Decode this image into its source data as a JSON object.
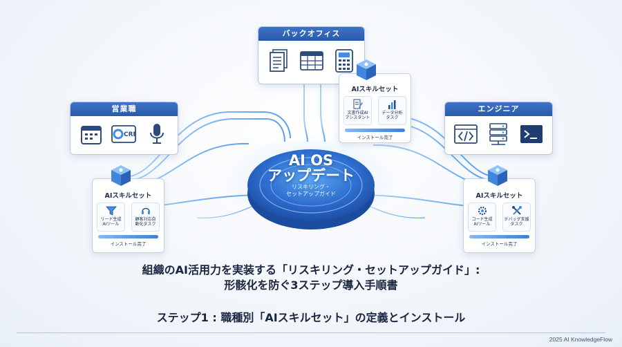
{
  "core": {
    "title_line1": "AI OS",
    "title_line2": "アップデート",
    "subtitle_line1": "リスキリング・",
    "subtitle_line2": "セットアップガイド"
  },
  "roles": {
    "sales": {
      "header": "営業職",
      "icons": [
        "calendar-icon",
        "crm-icon",
        "microphone-icon"
      ],
      "crm_label": "CRM"
    },
    "backoffice": {
      "header": "バックオフィス",
      "icons": [
        "document-icon",
        "spreadsheet-icon",
        "calculator-icon"
      ]
    },
    "engineer": {
      "header": "エンジニア",
      "icons": [
        "code-window-icon",
        "server-icon",
        "terminal-icon"
      ]
    }
  },
  "skillsets": {
    "sales": {
      "title": "AIスキルセット",
      "tools": [
        {
          "label": "リード生成\nAIツール",
          "icon": "funnel-icon"
        },
        {
          "label": "顧客対応自\n動化タスク",
          "icon": "headset-icon"
        }
      ],
      "progress": 1.0,
      "status": "インストール完了"
    },
    "backoffice": {
      "title": "AIスキルセット",
      "tools": [
        {
          "label": "文書作成AI\nアシスタント",
          "icon": "doc-pen-icon"
        },
        {
          "label": "データ分析\nタスク",
          "icon": "bar-chart-icon"
        }
      ],
      "progress": 1.0,
      "status": "インストール完了"
    },
    "engineer": {
      "title": "AIスキルセット",
      "tools": [
        {
          "label": "コード生成\nAIツール",
          "icon": "code-gear-icon"
        },
        {
          "label": "デバッグ支援\nタスク",
          "icon": "tools-icon"
        }
      ],
      "progress": 1.0,
      "status": "インストール完了"
    }
  },
  "headline": {
    "line1": "組織のAI活用力を実装する「リスキリング・セットアップガイド」:",
    "line2": "形骸化を防ぐ3ステップ導入手順書"
  },
  "step": "ステップ1 : 職種別「AIスキルセット」の定義とインストール",
  "credit": "2025 AI KnowledgeFlow",
  "colors": {
    "accent": "#2f63b8",
    "glow": "#6fb6ff",
    "text": "#1a2640"
  }
}
